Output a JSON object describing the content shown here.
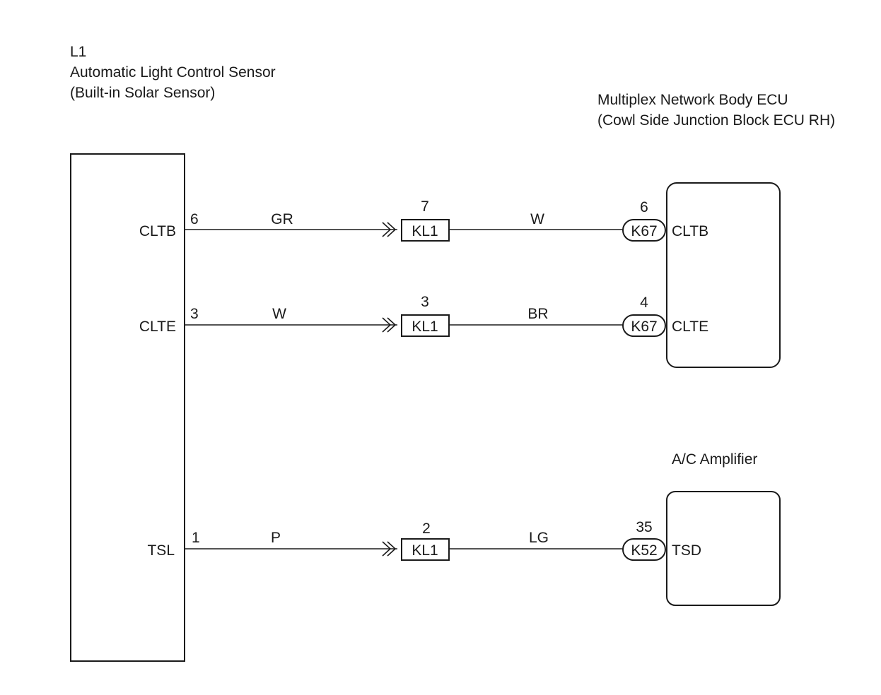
{
  "components": {
    "sensor": {
      "code": "L1",
      "name": "Automatic Light Control Sensor",
      "subtitle": "(Built-in Solar Sensor)"
    },
    "ecu": {
      "name": "Multiplex Network Body ECU",
      "subtitle": "(Cowl Side Junction Block ECU RH)"
    },
    "amp": {
      "name": "A/C Amplifier"
    }
  },
  "circuits": [
    {
      "sensor_terminal": "CLTB",
      "sensor_pin": "6",
      "wire_in": "GR",
      "junction": "KL1",
      "junction_pin": "7",
      "wire_out": "W",
      "connector": "K67",
      "connector_pin": "6",
      "dest_terminal": "CLTB"
    },
    {
      "sensor_terminal": "CLTE",
      "sensor_pin": "3",
      "wire_in": "W",
      "junction": "KL1",
      "junction_pin": "3",
      "wire_out": "BR",
      "connector": "K67",
      "connector_pin": "4",
      "dest_terminal": "CLTE"
    },
    {
      "sensor_terminal": "TSL",
      "sensor_pin": "1",
      "wire_in": "P",
      "junction": "KL1",
      "junction_pin": "2",
      "wire_out": "LG",
      "connector": "K52",
      "connector_pin": "35",
      "dest_terminal": "TSD"
    }
  ]
}
